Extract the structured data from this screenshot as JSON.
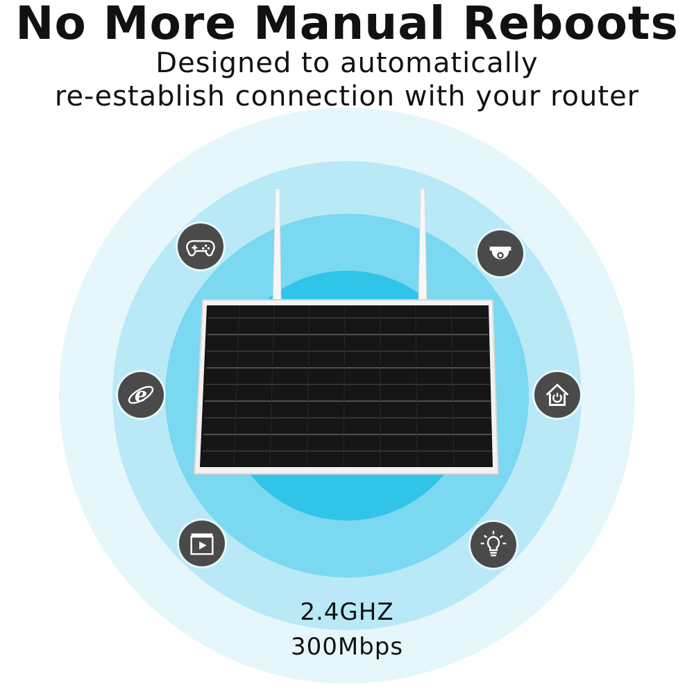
{
  "header": {
    "title": "No More Manual Reboots",
    "subtitle_line1": "Designed to automatically",
    "subtitle_line2": "re-establish connection with your router"
  },
  "specs": {
    "frequency": "2.4GHZ",
    "speed": "300Mbps"
  },
  "icons": [
    "gamepad-icon",
    "security-camera-icon",
    "internet-explorer-icon",
    "smart-home-icon",
    "video-play-icon",
    "light-bulb-icon"
  ],
  "colors": {
    "ring_outer": "#e6f7fc",
    "ring_2": "#b9e9f7",
    "ring_3": "#7ad8f0",
    "ring_inner": "#2fc4e8",
    "icon_badge": "#4a4a4a",
    "panel_frame": "#f2f2f2",
    "panel_cells": "#151515"
  }
}
